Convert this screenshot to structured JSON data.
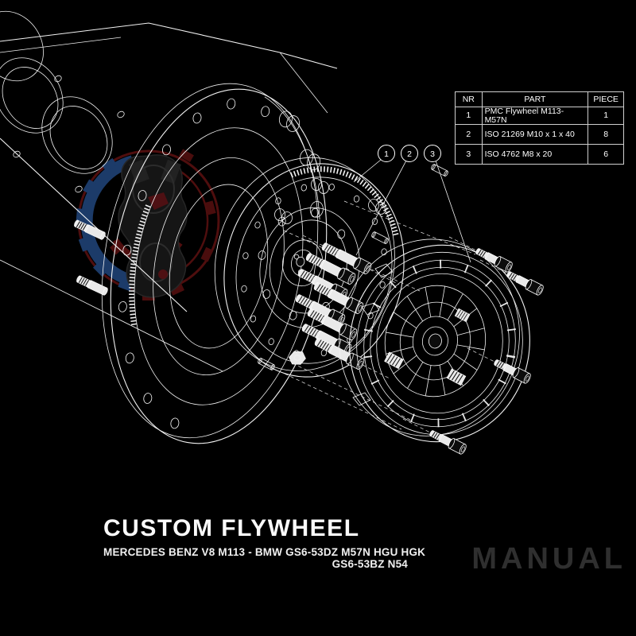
{
  "window": {
    "background": "#000000"
  },
  "diagram": {
    "description": "Exploded view of custom flywheel and twin-disc clutch assembly with engine block",
    "line_color": "#f2f2f2",
    "callouts": [
      {
        "number": "1"
      },
      {
        "number": "2"
      },
      {
        "number": "3"
      }
    ],
    "logo_colors": {
      "red": "#4f0e0e",
      "blue": "#1c3b69",
      "emblem": "#151515"
    }
  },
  "table": {
    "headers": {
      "nr": "NR",
      "part": "PART",
      "piece": "PIECE"
    },
    "rows": [
      {
        "nr": "1",
        "part": "PMC Flywheel M113-M57N",
        "piece": "1"
      },
      {
        "nr": "2",
        "part": "ISO 21269 M10 x 1 x 40",
        "piece": "8"
      },
      {
        "nr": "3",
        "part": "ISO 4762 M8 x 20",
        "piece": "6"
      }
    ]
  },
  "footer": {
    "title": "CUSTOM FLYWHEEL",
    "subtitle_line1": "MERCEDES BENZ V8 M113 - BMW GS6-53DZ M57N HGU HGK",
    "subtitle_line2": "GS6-53BZ N54",
    "watermark": "MANUAL",
    "watermark_color": "#2f2f2f"
  }
}
